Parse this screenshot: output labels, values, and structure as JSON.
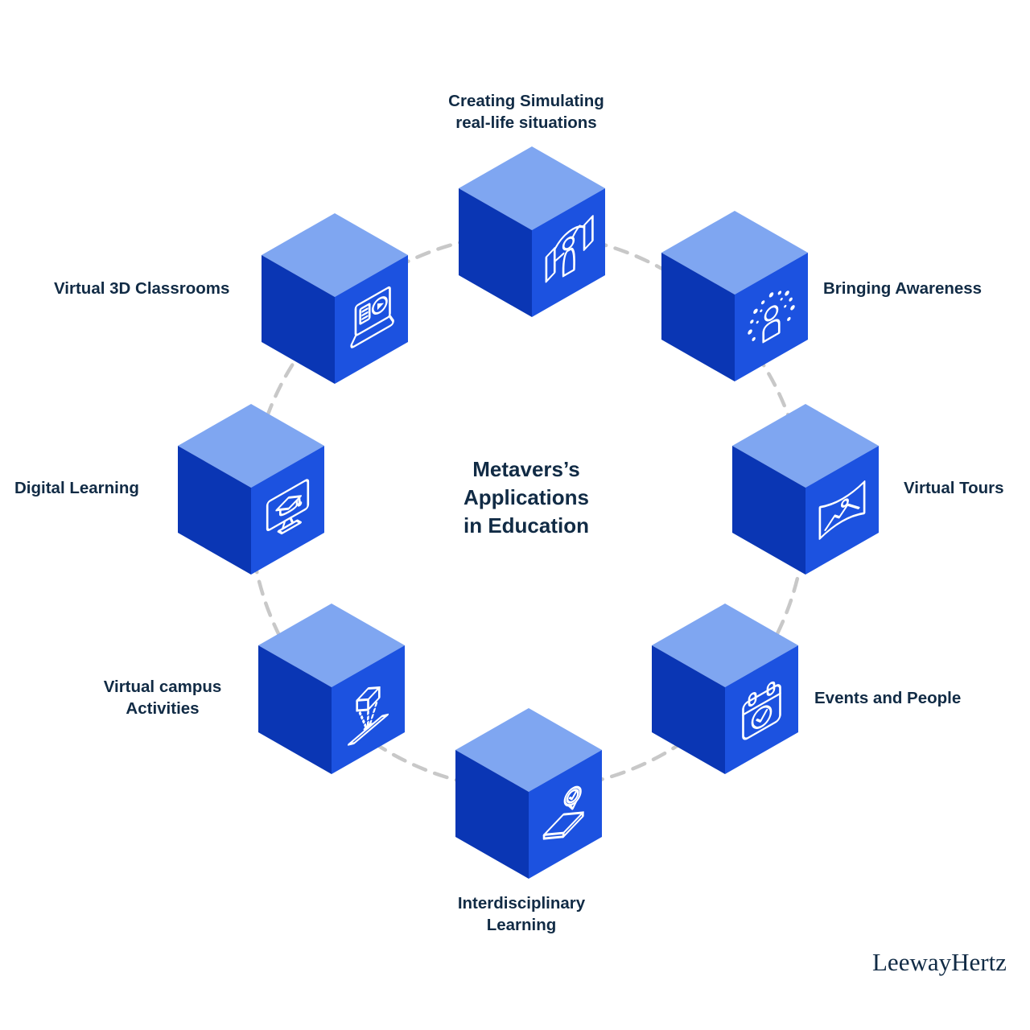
{
  "title": "Metavers’s Applications in Education",
  "brand": "LeewayHertz",
  "items": [
    {
      "id": "creating-simulating",
      "label": "Creating Simulating real-life situations",
      "icon": "simulation-person-icon"
    },
    {
      "id": "bringing-awareness",
      "label": "Bringing Awareness",
      "icon": "awareness-person-icon"
    },
    {
      "id": "virtual-tours",
      "label": "Virtual Tours",
      "icon": "panorama-icon"
    },
    {
      "id": "events-people",
      "label": "Events and People",
      "icon": "calendar-check-icon"
    },
    {
      "id": "interdisciplinary",
      "label": "Interdisciplinary Learning",
      "icon": "graduation-badge-icon"
    },
    {
      "id": "virtual-campus",
      "label": "Virtual campus Activities",
      "icon": "hologram-projector-icon"
    },
    {
      "id": "digital-learning",
      "label": "Digital Learning",
      "icon": "monitor-graduation-icon"
    },
    {
      "id": "virtual-3d-classrooms",
      "label": "Virtual 3D Classrooms",
      "icon": "laptop-video-icon"
    }
  ],
  "colors": {
    "cube_top": "#7FA6F1",
    "cube_left": "#0A36B4",
    "cube_right": "#1C52E0",
    "icon_stroke": "#FFFFFF",
    "connector": "#C8C8C8",
    "text": "#112B45",
    "background": "#FFFFFF"
  }
}
